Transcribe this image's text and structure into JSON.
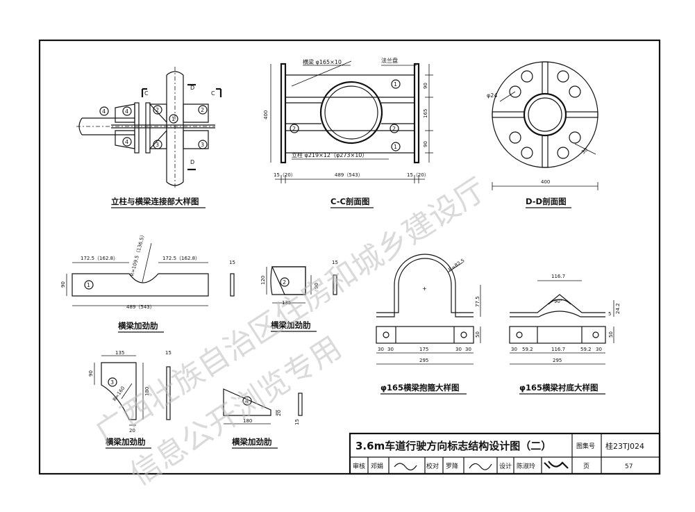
{
  "labels": {
    "conn_c_left": "C",
    "conn_c_right": "C",
    "conn_d_top": "D",
    "conn_d_bottom": "D",
    "circ1": "1",
    "circ2": "2",
    "circ3": "3",
    "circ4": "4",
    "cc_beam": "横梁 φ165×10",
    "cc_flange": "法兰盘",
    "cc_column": "立柱 φ219×12（φ273×10）",
    "cc_h400": "400",
    "cc_v90a": "90",
    "cc_v165": "165",
    "cc_v90b": "90",
    "cc_w15a": "15（20）",
    "cc_w489": "489（543）",
    "cc_w15b": "15（20）",
    "dd_phi24": "φ24",
    "dd_30": "30",
    "dd_400": "400",
    "r1_l": "172.5（162.8）",
    "r1_r": "172.5（162.8）",
    "r1_R": "R=109.5（136.5）",
    "r1_h": "90",
    "r1_w": "489（543）",
    "r1_t": "15",
    "r2_120": "120",
    "r2_90": "90",
    "r2_135": "135",
    "r2_t": "15",
    "r3_135": "135",
    "r3_90": "90",
    "r3_R": "R=160",
    "r3_180": "180",
    "r3_20": "20",
    "r3_t": "15",
    "r4_180": "180",
    "r4_20": "20",
    "r4_t": "15",
    "hoop_R": "R=82.5",
    "hoop_775": "77.5",
    "hoop_50": "50",
    "hoop_30a": "30",
    "hoop_30b": "30",
    "hoop_175": "175",
    "hoop_30c": "30",
    "hoop_30d": "30",
    "hoop_295": "295",
    "pad_1167": "116.7",
    "pad_90deg": "90°",
    "pad_5": "5",
    "pad_242": "24.2",
    "pad_50": "50",
    "pad_30a": "30",
    "pad_592a": "59.2",
    "pad_1167b": "116.7",
    "pad_592b": "59.2",
    "pad_30b": "30",
    "pad_295": "295"
  },
  "captions": {
    "connection": "立柱与横梁连接部大样图",
    "cc": "C-C剖面图",
    "dd": "D-D剖面图",
    "rib1": "横梁加劲肋",
    "rib2": "横梁加劲肋",
    "rib3": "横梁加劲肋",
    "rib4": "横梁加劲肋",
    "hoop": "φ165横梁抱箍大样图",
    "pad": "φ165横梁衬底大样图"
  },
  "title_block": {
    "title": "3.6m车道行驶方向标志结构设计图（二）",
    "atlas_label": "图集号",
    "atlas_no": "桂23TJ024",
    "review_label": "审核",
    "review_name": "邓娟",
    "check_label": "校对",
    "check_name": "罗降",
    "design_label": "设计",
    "design_name": "陈淑玲",
    "page_label": "页",
    "page_no": "57"
  },
  "watermark": {
    "line1": "广西壮族自治区住房和城乡建设厅",
    "line2": "信息公开浏览专用"
  }
}
